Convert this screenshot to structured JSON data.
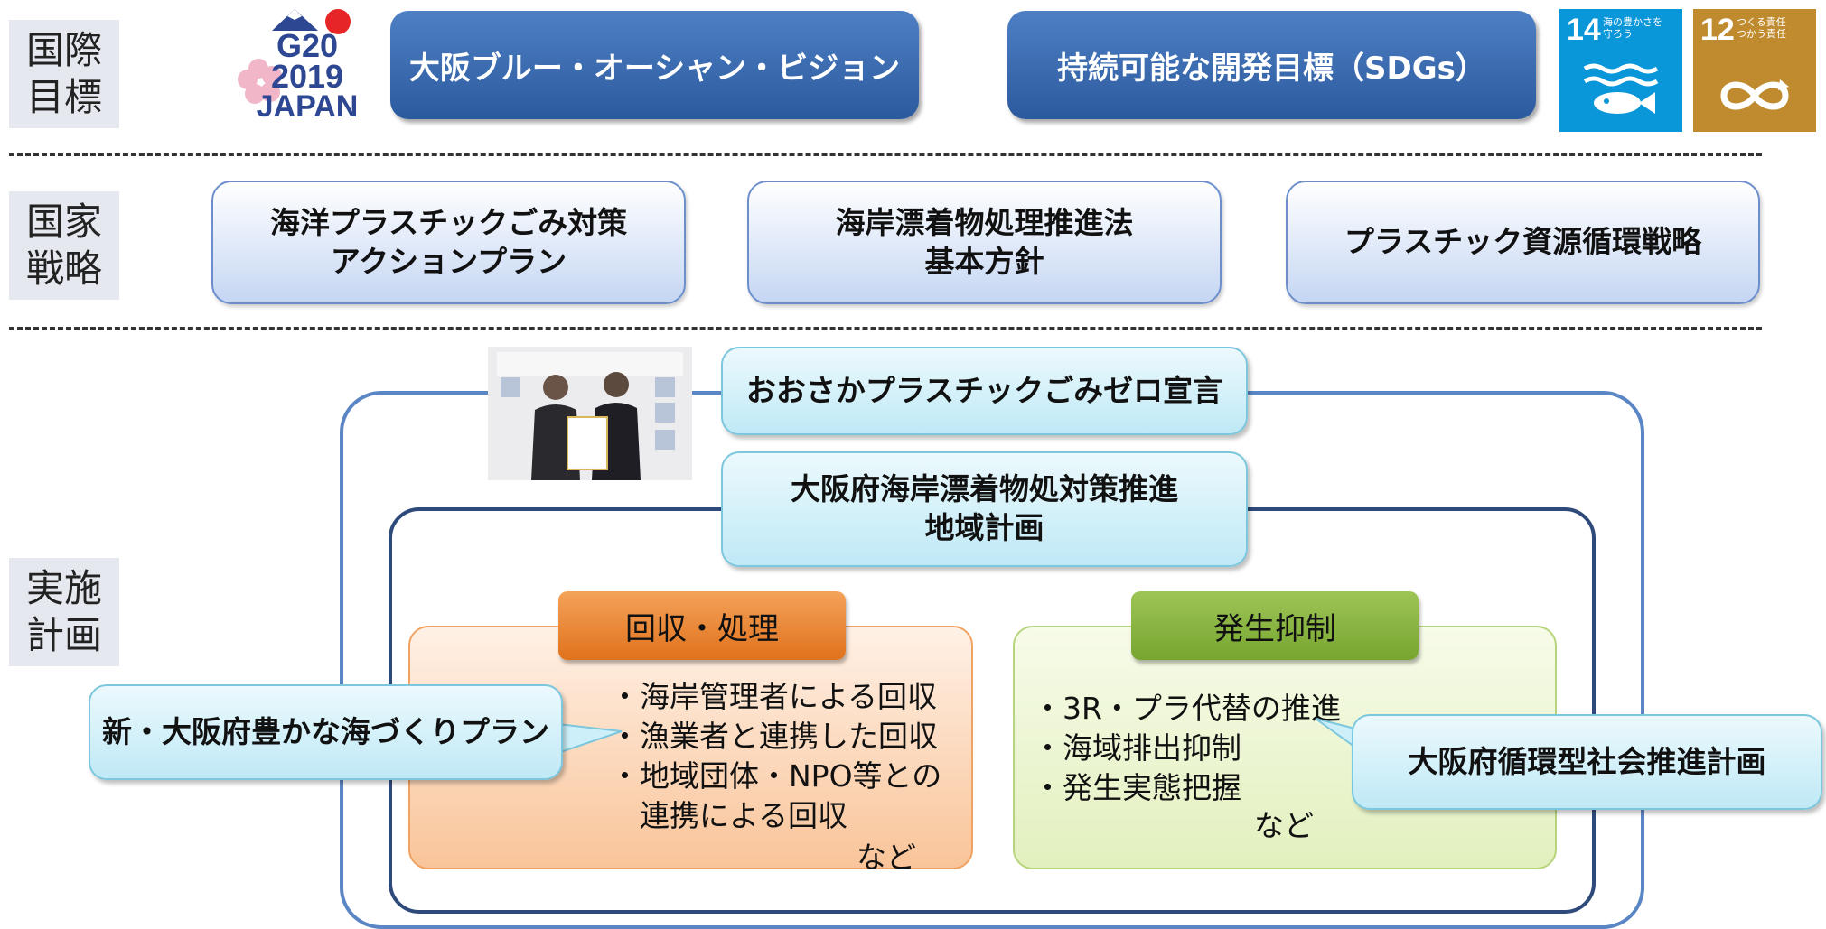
{
  "rows": {
    "international": "国際\n目標",
    "national": "国家\n戦略",
    "implementation": "実施\n計画"
  },
  "international_goals": {
    "g20_logo": {
      "line1": "G20",
      "line2": "2019",
      "line3": "JAPAN"
    },
    "osaka_blue_ocean": "大阪ブルー・オーシャン・ビジョン",
    "sdgs": "持続可能な開発目標（SDGs）",
    "sdg_icons": [
      {
        "number": "14",
        "text": "海の豊かさを\n守ろう",
        "color": "#0a97d9",
        "icon": "fish-icon"
      },
      {
        "number": "12",
        "text": "つくる責任\nつかう責任",
        "color": "#bf8b2e",
        "icon": "infinity-icon"
      }
    ]
  },
  "national_strategies": [
    "海洋プラスチックごみ対策\nアクションプラン",
    "海岸漂着物処理推進法\n基本方針",
    "プラスチック資源循環戦略"
  ],
  "implementation": {
    "declaration": "おおさかプラスチックごみゼロ宣言",
    "regional_plan": "大阪府海岸漂着物処対策推進\n地域計画",
    "collection": {
      "title": "回収・処理",
      "items": [
        "・海岸管理者による回収",
        "・漁業者と連携した回収",
        "・地域団体・NPO等との",
        "　連携による回収"
      ],
      "etc": "など"
    },
    "prevention": {
      "title": "発生抑制",
      "items": [
        "・3R・プラ代替の推進",
        "・海域排出抑制",
        "・発生実態把握"
      ],
      "etc": "など"
    },
    "callout_left": "新・大阪府豊かな海づくりプラン",
    "callout_right": "大阪府循環型社会推進計画"
  },
  "colors": {
    "dark_blue": "#2c5a9e",
    "frame_outer": "#5b86c5",
    "frame_inner": "#2e4a7a",
    "orange": "#e7832c",
    "green": "#86b23a"
  }
}
